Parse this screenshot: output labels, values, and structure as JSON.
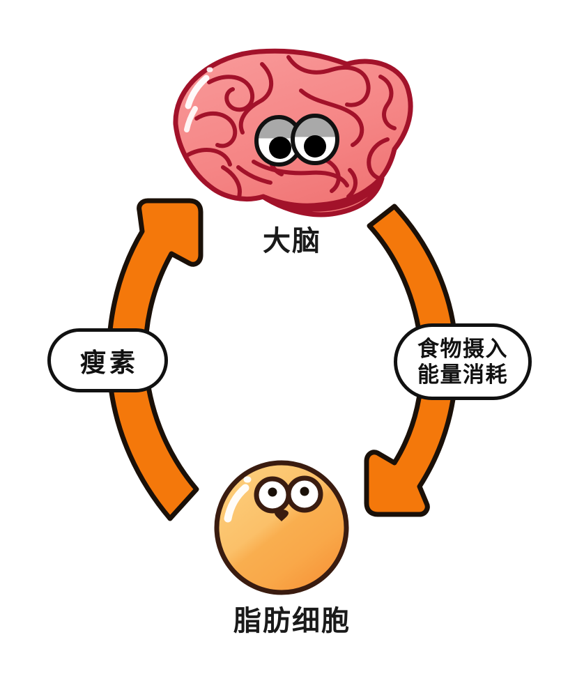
{
  "diagram": {
    "type": "cycle-diagram",
    "title": "",
    "background_color": "#ffffff",
    "nodes": [
      {
        "id": "brain",
        "label": "大脑",
        "icon": "brain-illustration",
        "colors": {
          "fill": "#F78C8C",
          "fill_dark": "#F07070",
          "outline": "#A2122A",
          "highlight": "#FFFFFF"
        }
      },
      {
        "id": "fat-cell",
        "label": "脂肪细胞",
        "icon": "fat-cell-illustration",
        "colors": {
          "fill_light": "#FBC56A",
          "fill": "#F9A948",
          "fill_dark": "#F7953A",
          "outline": "#3A1C10",
          "highlight": "#FFFFFF"
        }
      }
    ],
    "arrows": [
      {
        "id": "arrow-left-up",
        "from": "fat-cell",
        "to": "brain",
        "direction": "up",
        "color": "#F4780B",
        "outline": "#1A1008",
        "label_id": "pill-leptin"
      },
      {
        "id": "arrow-right-down",
        "from": "brain",
        "to": "fat-cell",
        "direction": "down",
        "color": "#F4780B",
        "outline": "#1A1008",
        "label_id": "pill-intake"
      }
    ],
    "labels": {
      "brain": "大脑",
      "fat_cell": "脂肪细胞",
      "leptin": "瘦素",
      "intake_line1": "食物摄入",
      "intake_line2": "能量消耗"
    },
    "colors": {
      "accent_orange": "#F4780B",
      "brain_pink": "#F78C8C",
      "brain_outline": "#A2122A",
      "fat_orange": "#F9A948",
      "text": "#1a1a1a",
      "pill_border": "#111111",
      "pill_fill": "#ffffff"
    }
  }
}
